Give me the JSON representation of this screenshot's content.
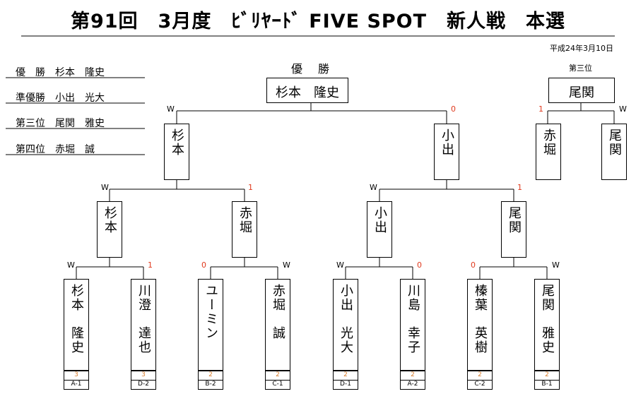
{
  "title": "第91回　3月度　ﾋﾞﾘﾔｰﾄﾞ FIVE SPOT　新人戦　本選",
  "date": "平成24年3月10日",
  "results": [
    "優　勝　杉本　隆史",
    "準優勝　小出　光大",
    "第三位　尾関　雅史",
    "第四位　赤堀　誠"
  ],
  "champion_header": "優　勝",
  "champion": "杉本　隆史",
  "third_header": "第三位",
  "third_box": "尾関",
  "third_players": [
    "赤堀",
    "尾関"
  ],
  "third_scores": [
    "1",
    "W"
  ],
  "semis": [
    "杉本",
    "小出"
  ],
  "semi_scores": [
    "W",
    "0"
  ],
  "quarters": [
    "杉本",
    "赤堀",
    "小出",
    "尾関"
  ],
  "quarter_scores": [
    "W",
    "1",
    "W",
    "1"
  ],
  "players": [
    "杉本　隆史",
    "川澄　達也",
    "ユーミン",
    "赤堀　誠",
    "小出　光大",
    "川島　幸子",
    "榛葉　英樹",
    "尾関　雅史"
  ],
  "r1_scores": [
    "W",
    "1",
    "0",
    "W",
    "W",
    "0",
    "0",
    "W"
  ],
  "handicaps": [
    "3",
    "3",
    "2",
    "2",
    "2",
    "2",
    "2",
    "2"
  ],
  "seeds": [
    "A-1",
    "D-2",
    "B-2",
    "C-1",
    "D-1",
    "A-2",
    "C-2",
    "B-1"
  ]
}
